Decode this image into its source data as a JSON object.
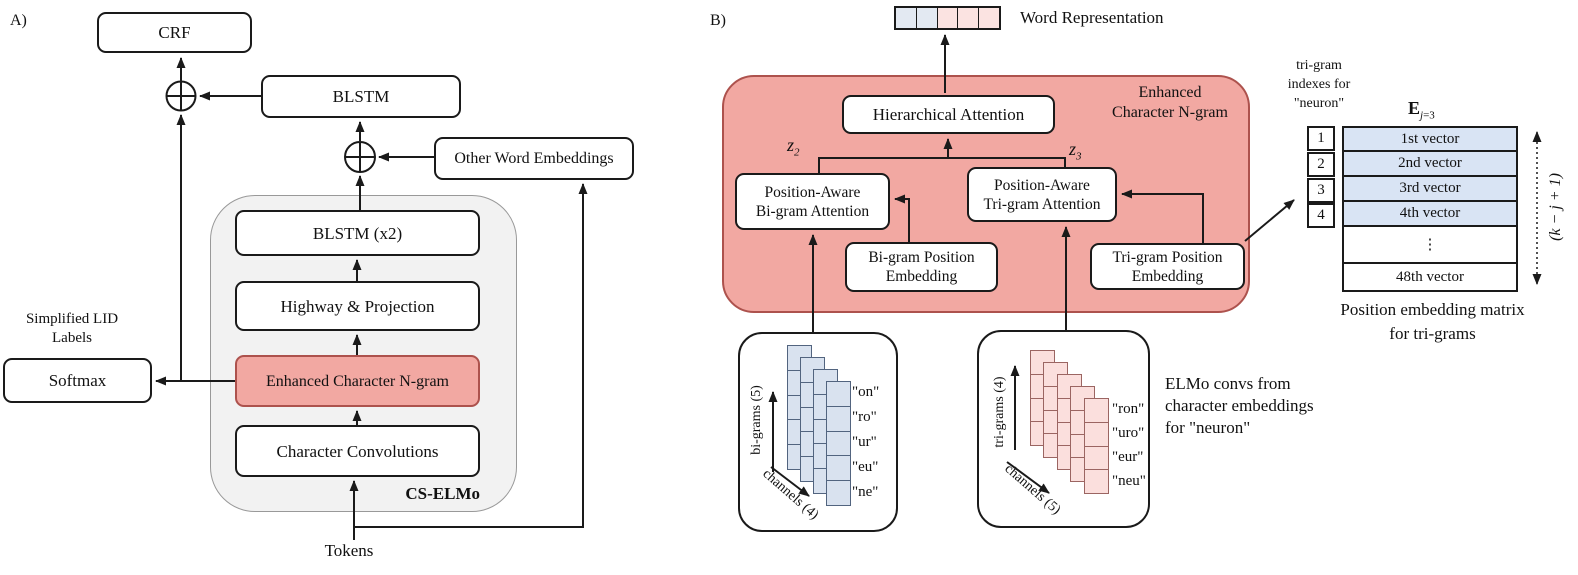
{
  "colors": {
    "highlight_fill": "#f2a8a2",
    "highlight_border": "#ad524d",
    "container_grey": "#f2f2f2",
    "bigram_cell_blue": "#d9e2ef",
    "trigram_cell_pink": "#fbdfdd",
    "matrix_row_blue": "#d9e4f4",
    "word_rep_blue": "#e3e9f2",
    "word_rep_pink": "#fbe3e1"
  },
  "panel_a": {
    "label": "A)",
    "crf": "CRF",
    "blstm": "BLSTM",
    "other_word_embeddings": "Other Word Embeddings",
    "blstm_x2": "BLSTM (x2)",
    "highway": "Highway & Projection",
    "enhanced_char_ngram": "Enhanced Character N-gram",
    "character_convolutions": "Character Convolutions",
    "cs_elmo": "CS-ELMo",
    "softmax": "Softmax",
    "simplified_lid": [
      "Simplified LID",
      "Labels"
    ],
    "tokens": "Tokens"
  },
  "panel_b": {
    "label": "B)",
    "word_representation": "Word Representation",
    "enhanced_label": [
      "Enhanced",
      "Character N-gram"
    ],
    "hierarchical_attention": "Hierarchical Attention",
    "z2": {
      "base": "z",
      "sub": "2"
    },
    "z3": {
      "base": "z",
      "sub": "3"
    },
    "bigram_attention": [
      "Position-Aware",
      "Bi-gram Attention"
    ],
    "trigram_attention": [
      "Position-Aware",
      "Tri-gram Attention"
    ],
    "bigram_pos_embedding": [
      "Bi-gram Position",
      "Embedding"
    ],
    "trigram_pos_embedding": [
      "Tri-gram Position",
      "Embedding"
    ],
    "bigram_conv": {
      "axis_vertical": "bi-grams (5)",
      "axis_diagonal": "channels (4)",
      "items": [
        "\"on\"",
        "\"ro\"",
        "\"ur\"",
        "\"eu\"",
        "\"ne\""
      ]
    },
    "trigram_conv": {
      "axis_vertical": "tri-grams (4)",
      "axis_diagonal": "channels (5)",
      "items": [
        "\"ron\"",
        "\"uro\"",
        "\"eur\"",
        "\"neu\""
      ]
    },
    "elmo_caption": [
      "ELMo convs from",
      "character embeddings",
      "for \"neuron\""
    ],
    "index_caption": [
      "tri-gram",
      "indexes for",
      "\"neuron\""
    ],
    "e_label": {
      "base": "E",
      "sub_italic": "j",
      "sub_rest": "=3"
    },
    "indexes": [
      "1",
      "2",
      "3",
      "4"
    ],
    "matrix_rows": [
      "1st vector",
      "2nd vector",
      "3rd vector",
      "4th vector",
      "⋮",
      "48th vector"
    ],
    "k_label": "(k − j + 1)",
    "matrix_caption": [
      "Position embedding matrix",
      "for tri-grams"
    ]
  }
}
